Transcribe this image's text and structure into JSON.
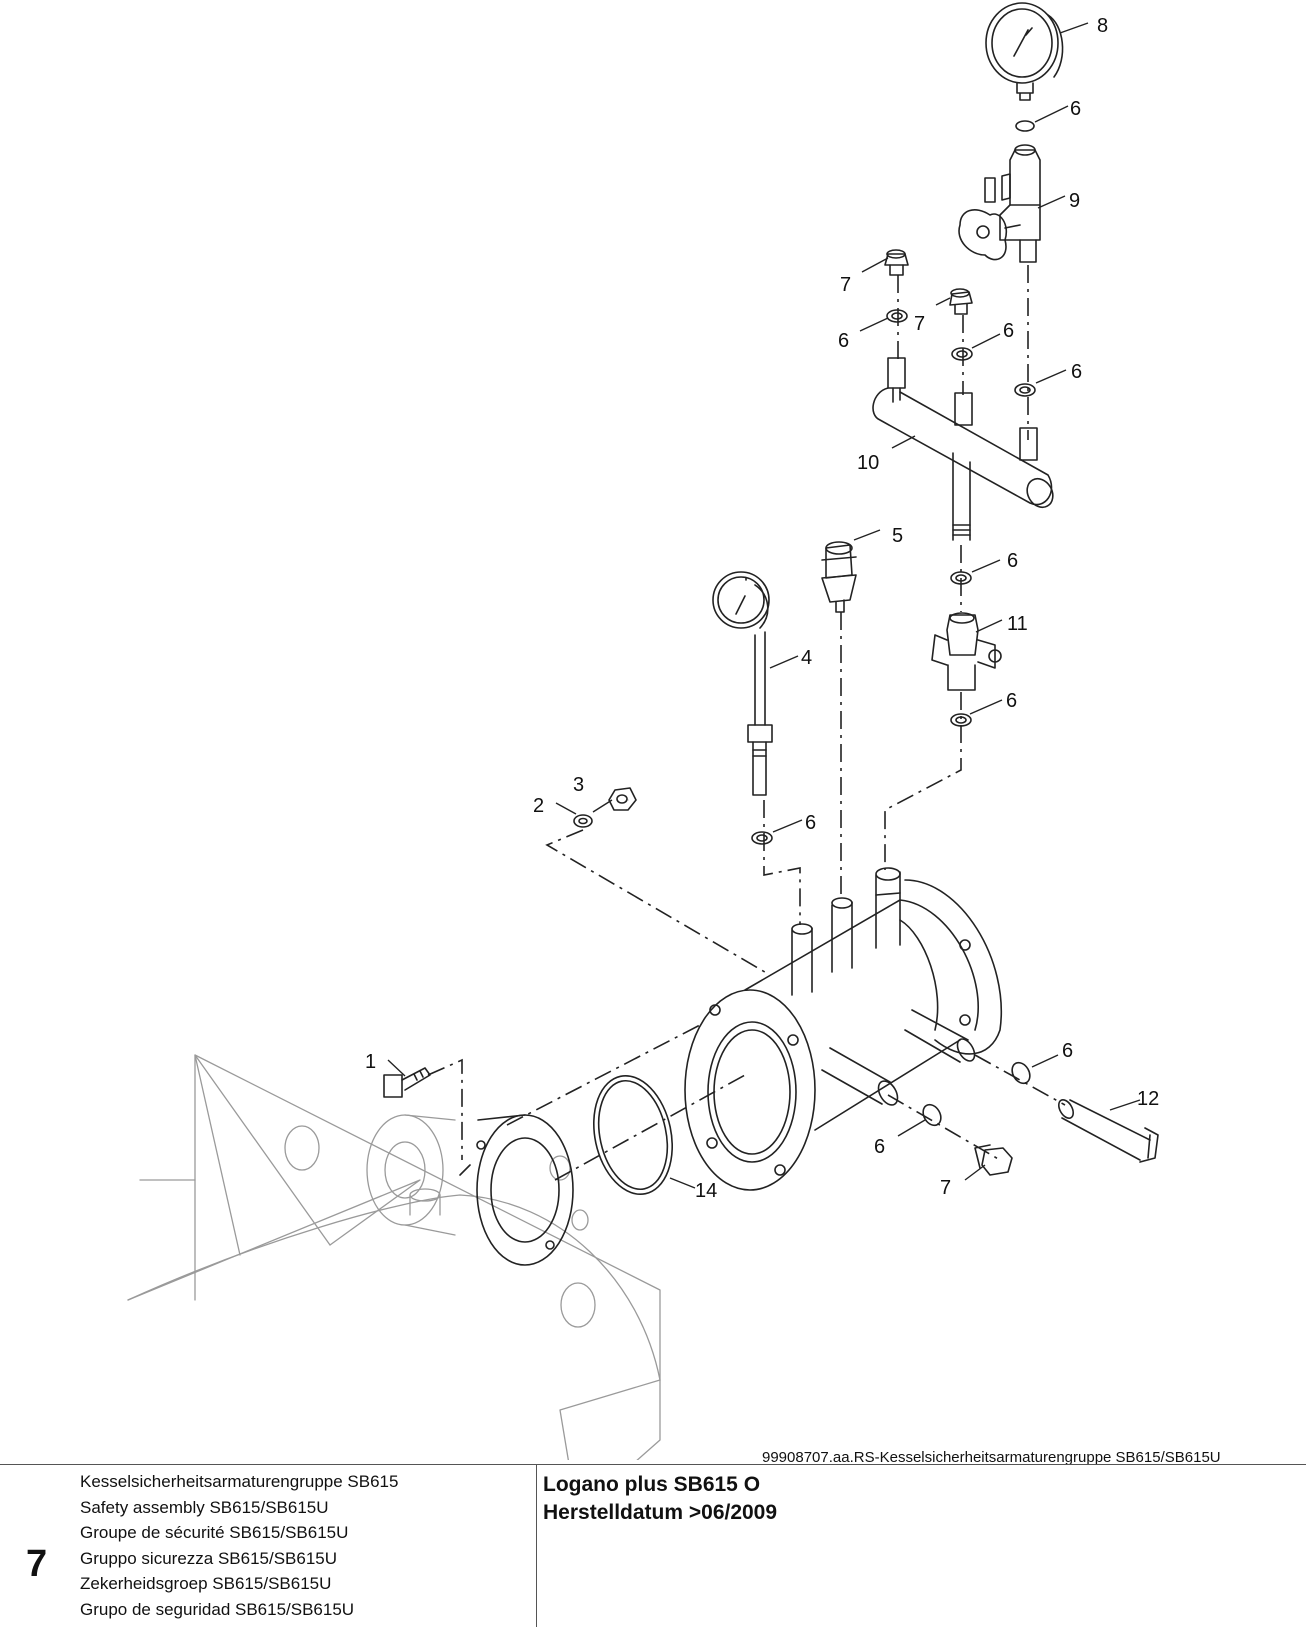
{
  "diagram": {
    "callouts": [
      "8",
      "6",
      "9",
      "7",
      "6",
      "7",
      "6",
      "6",
      "10",
      "5",
      "6",
      "11",
      "4",
      "6",
      "3",
      "2",
      "6",
      "1",
      "6",
      "12",
      "6",
      "7",
      "14"
    ]
  },
  "caption": "99908707.aa.RS-Kesselsicherheitsarmaturengruppe SB615/SB615U",
  "footer": {
    "chapter": "7",
    "titles": [
      "Kesselsicherheitsarmaturengruppe SB615",
      "Safety assembly SB615/SB615U",
      "Groupe de sécurité SB615/SB615U",
      "Gruppo sicurezza SB615/SB615U",
      "Zekerheidsgroep SB615/SB615U",
      "Grupo de seguridad SB615/SB615U"
    ],
    "product_line1": "Logano plus SB615 O",
    "product_line2": "Herstelldatum >06/2009"
  }
}
